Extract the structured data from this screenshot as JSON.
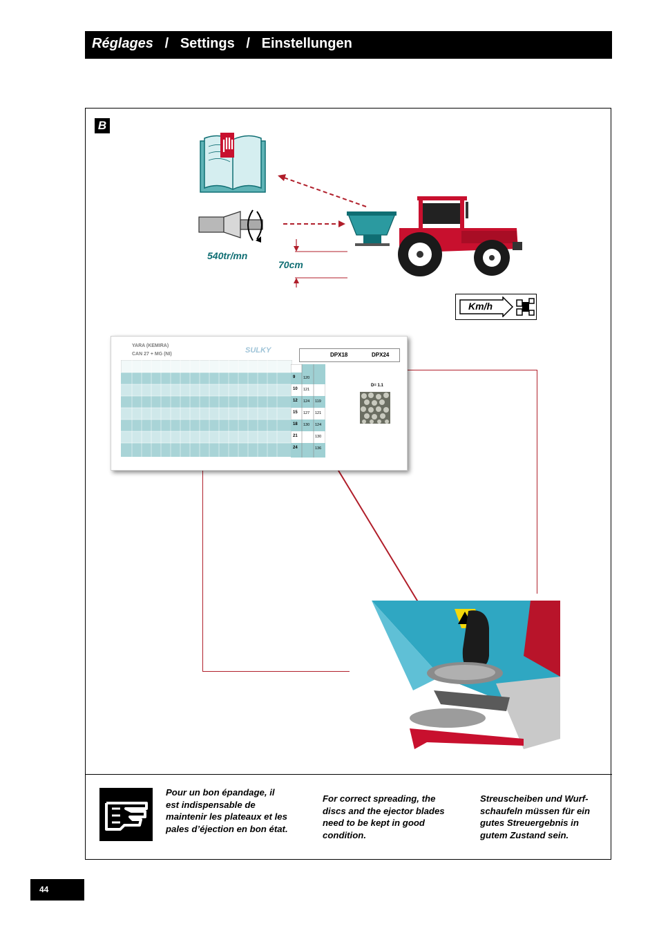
{
  "header": {
    "part1": "Réglages",
    "sep": "/",
    "part2": "Settings",
    "part3": "Einstellungen"
  },
  "section_label": "B",
  "pto_speed": "540tr/mn",
  "height_label": "70cm",
  "speed_unit": "Km/h",
  "table": {
    "fertilizer_name": "YARA (KEMIRA)",
    "fertilizer_type": "CAN 27 + MG (NI)",
    "brand": "SULKY",
    "model_a": "DPX18",
    "model_b": "DPX24",
    "density": "D= 1.1",
    "width_column": [
      {
        "width": "9",
        "a": "120",
        "b": ""
      },
      {
        "width": "10",
        "a": "121",
        "b": ""
      },
      {
        "width": "12",
        "a": "124",
        "b": "119"
      },
      {
        "width": "15",
        "a": "127",
        "b": "121"
      },
      {
        "width": "18",
        "a": "130",
        "b": "124"
      },
      {
        "width": "21",
        "a": "",
        "b": "130"
      },
      {
        "width": "24",
        "a": "",
        "b": "136"
      }
    ]
  },
  "notes": {
    "fr": "Pour un bon épandage, il est indispensable de maintenir les plateaux et les pales d’éjection en bon état.",
    "en": "For correct spreading, the discs and the ejector blades need to be kept in good condition.",
    "de": "Streuscheiben und Wurf-schaufeln müssen für ein gutes Streuergebnis in gutem Zustand sein."
  },
  "page_number": "44",
  "colors": {
    "teal": "#0f6e73",
    "red": "#c8102e",
    "line_red": "#b01e2a",
    "table_teal": "#9fd0d3"
  }
}
